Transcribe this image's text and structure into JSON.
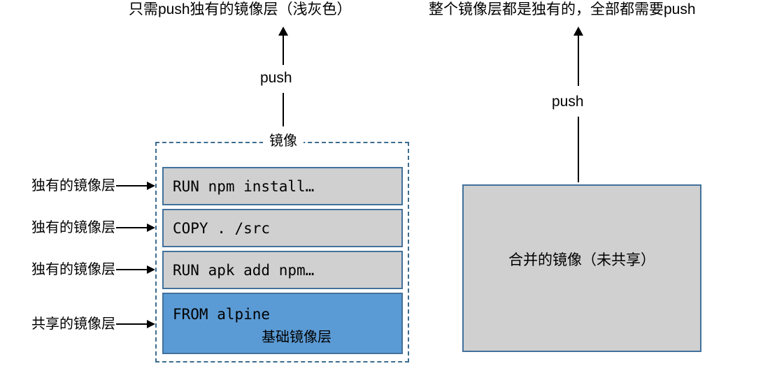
{
  "diagram": {
    "left_panel": {
      "title": "只需push独有的镜像层（浅灰色）",
      "push_label": "push",
      "group_label": "镜像",
      "layers": [
        {
          "command": "RUN npm install…",
          "side_label": "独有的镜像层",
          "fill": "#d0d0d0",
          "kind": "unique"
        },
        {
          "command": "COPY . /src",
          "side_label": "独有的镜像层",
          "fill": "#d0d0d0",
          "kind": "unique"
        },
        {
          "command": "RUN apk add npm…",
          "side_label": "独有的镜像层",
          "fill": "#d0d0d0",
          "kind": "unique"
        },
        {
          "command": "FROM alpine",
          "side_label": "共享的镜像层",
          "fill": "#5b9bd5",
          "kind": "shared",
          "sub_label": "基础镜像层"
        }
      ]
    },
    "right_panel": {
      "title": "整个镜像层都是独有的，全部都需要push",
      "push_label": "push",
      "merged_label": "合并的镜像（未共享）",
      "fill": "#d0d0d0"
    },
    "colors": {
      "gray_layer": "#d0d0d0",
      "blue_layer": "#5b9bd5",
      "border_blue": "#41719c",
      "dashed_border": "#3d6c8e",
      "arrow": "#000000",
      "background": "#ffffff"
    }
  }
}
